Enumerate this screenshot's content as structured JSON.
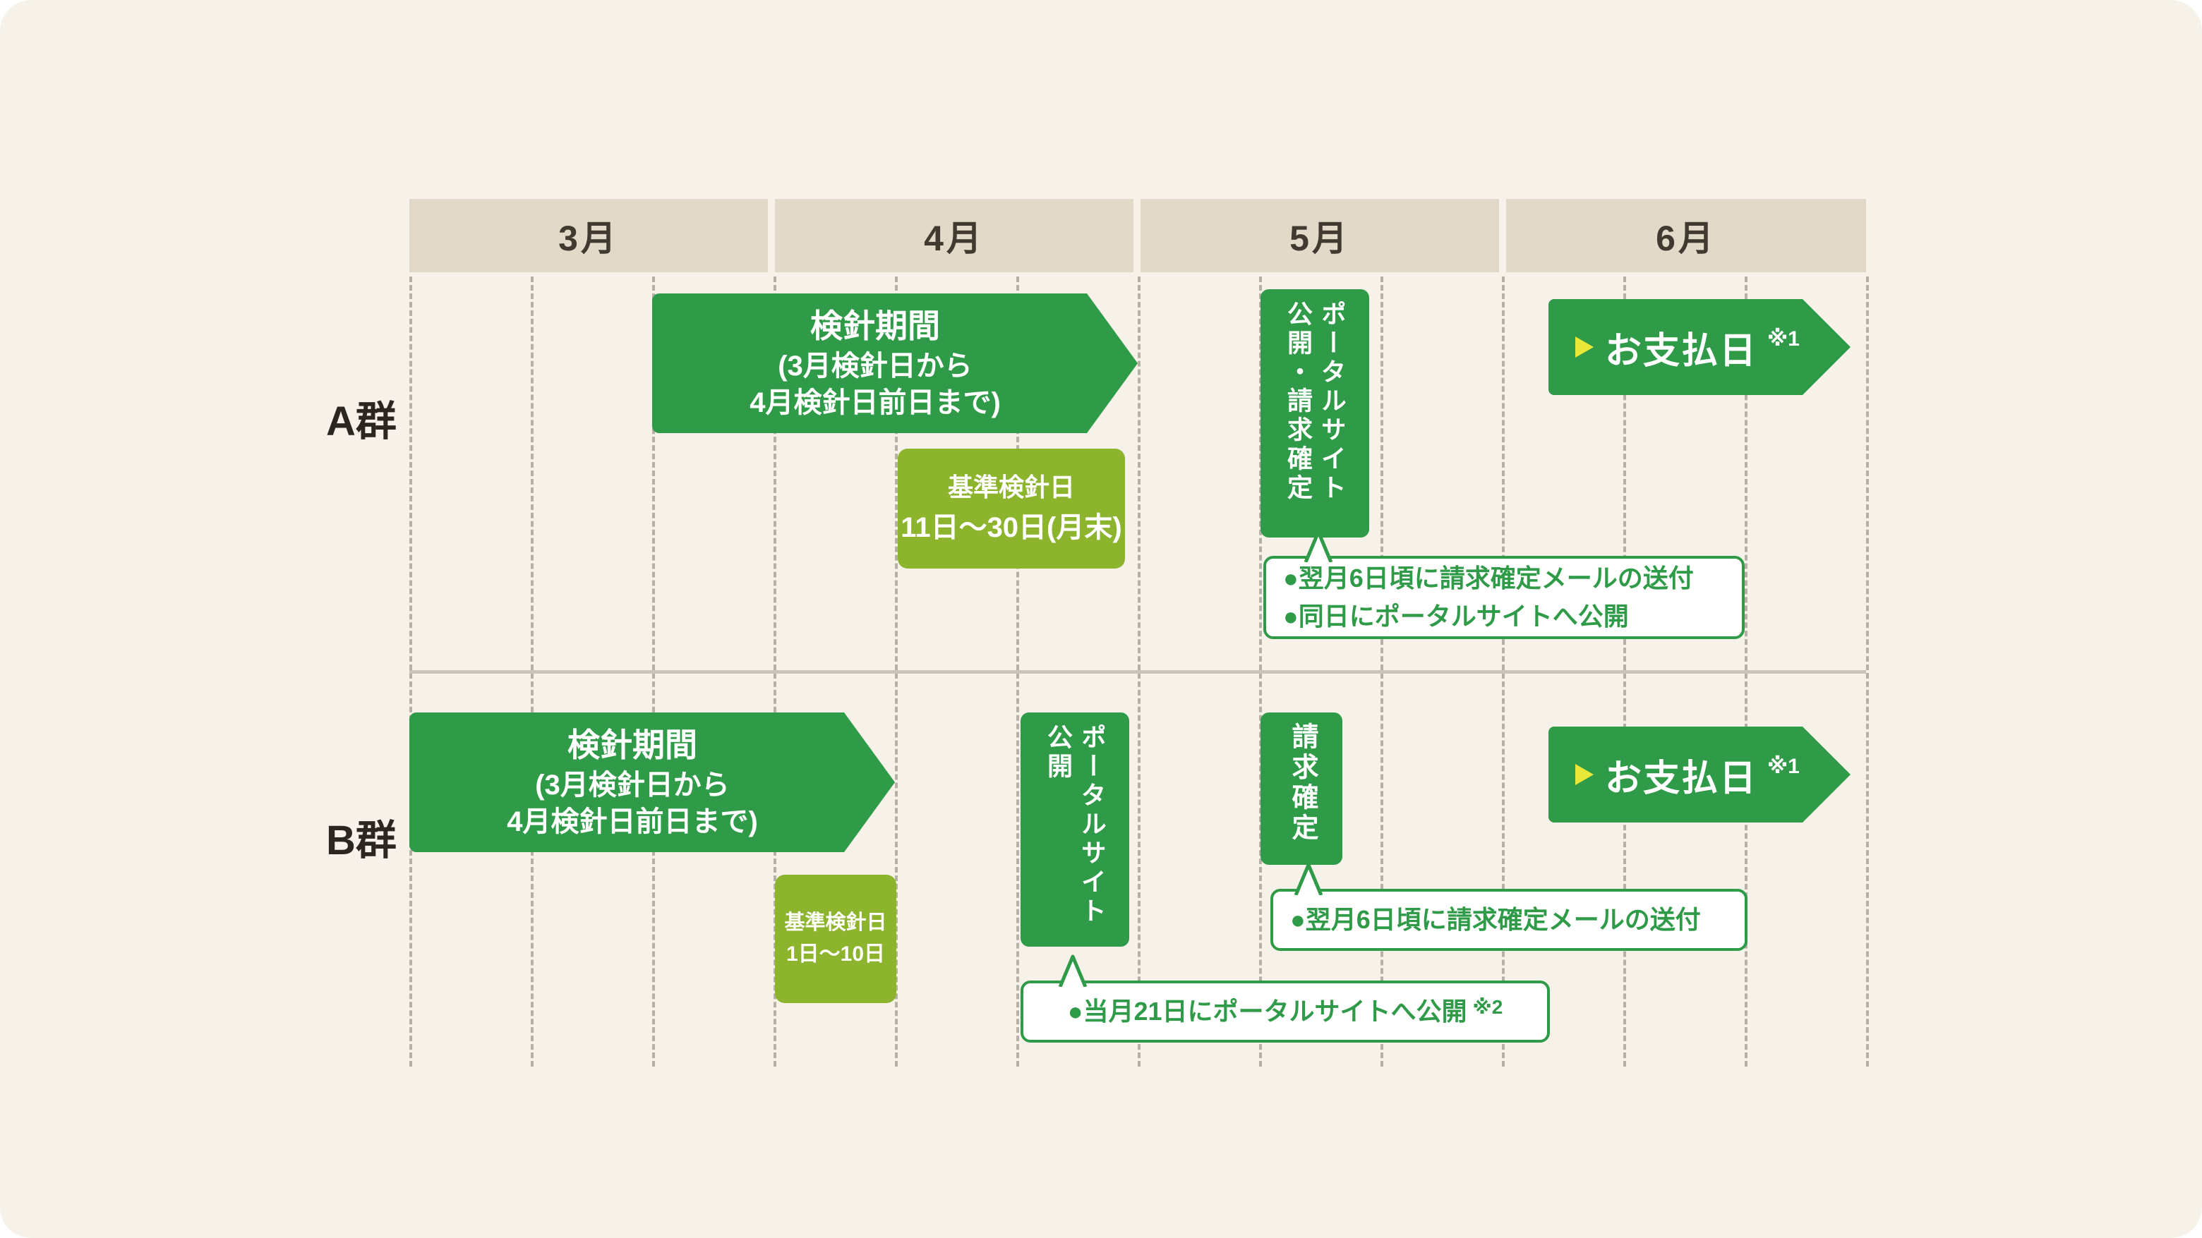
{
  "months": [
    {
      "label": "3月"
    },
    {
      "label": "4月"
    },
    {
      "label": "5月"
    },
    {
      "label": "6月"
    }
  ],
  "colors": {
    "panel_bg": "#f6f2e9",
    "header_tan": "#e3d9c9",
    "dark_green": "#2f9b48",
    "light_green": "#8cb42d",
    "callout_green": "#2f9b48",
    "yellow_marker": "#e9e839",
    "divider_gray": "#c9c5bd",
    "dash_gray": "#b5b1a7",
    "label_black": "#2b2620"
  },
  "group_a": {
    "label": "A群",
    "meter_arrow": {
      "line1": "検針期間",
      "line2": "(3月検針日から",
      "line3": "4月検針日前日まで)"
    },
    "base_box": {
      "line1": "基準検針日",
      "line2": "11日〜30日(月末)"
    },
    "portal_box": {
      "col_right": "ポータルサイト",
      "col_left": "公開・請求確定"
    },
    "callout": {
      "line1": "●翌月6日頃に請求確定メールの送付",
      "line2": "●同日にポータルサイトへ公開"
    },
    "payday": {
      "label": "お支払日",
      "note": "※1"
    }
  },
  "group_b": {
    "label": "B群",
    "meter_arrow": {
      "line1": "検針期間",
      "line2": "(3月検針日から",
      "line3": "4月検針日前日まで)"
    },
    "base_box": {
      "line1": "基準検針日",
      "line2": "1日〜10日"
    },
    "portal_box": {
      "col_right": "ポータルサイト",
      "col_left": "公開"
    },
    "billing_box": {
      "text": "請求確定"
    },
    "callout_billing": {
      "line1": "●翌月6日頃に請求確定メールの送付"
    },
    "callout_portal": {
      "line1": "●当月21日にポータルサイトへ公開",
      "note": "※2"
    },
    "payday": {
      "label": "お支払日",
      "note": "※1"
    }
  }
}
